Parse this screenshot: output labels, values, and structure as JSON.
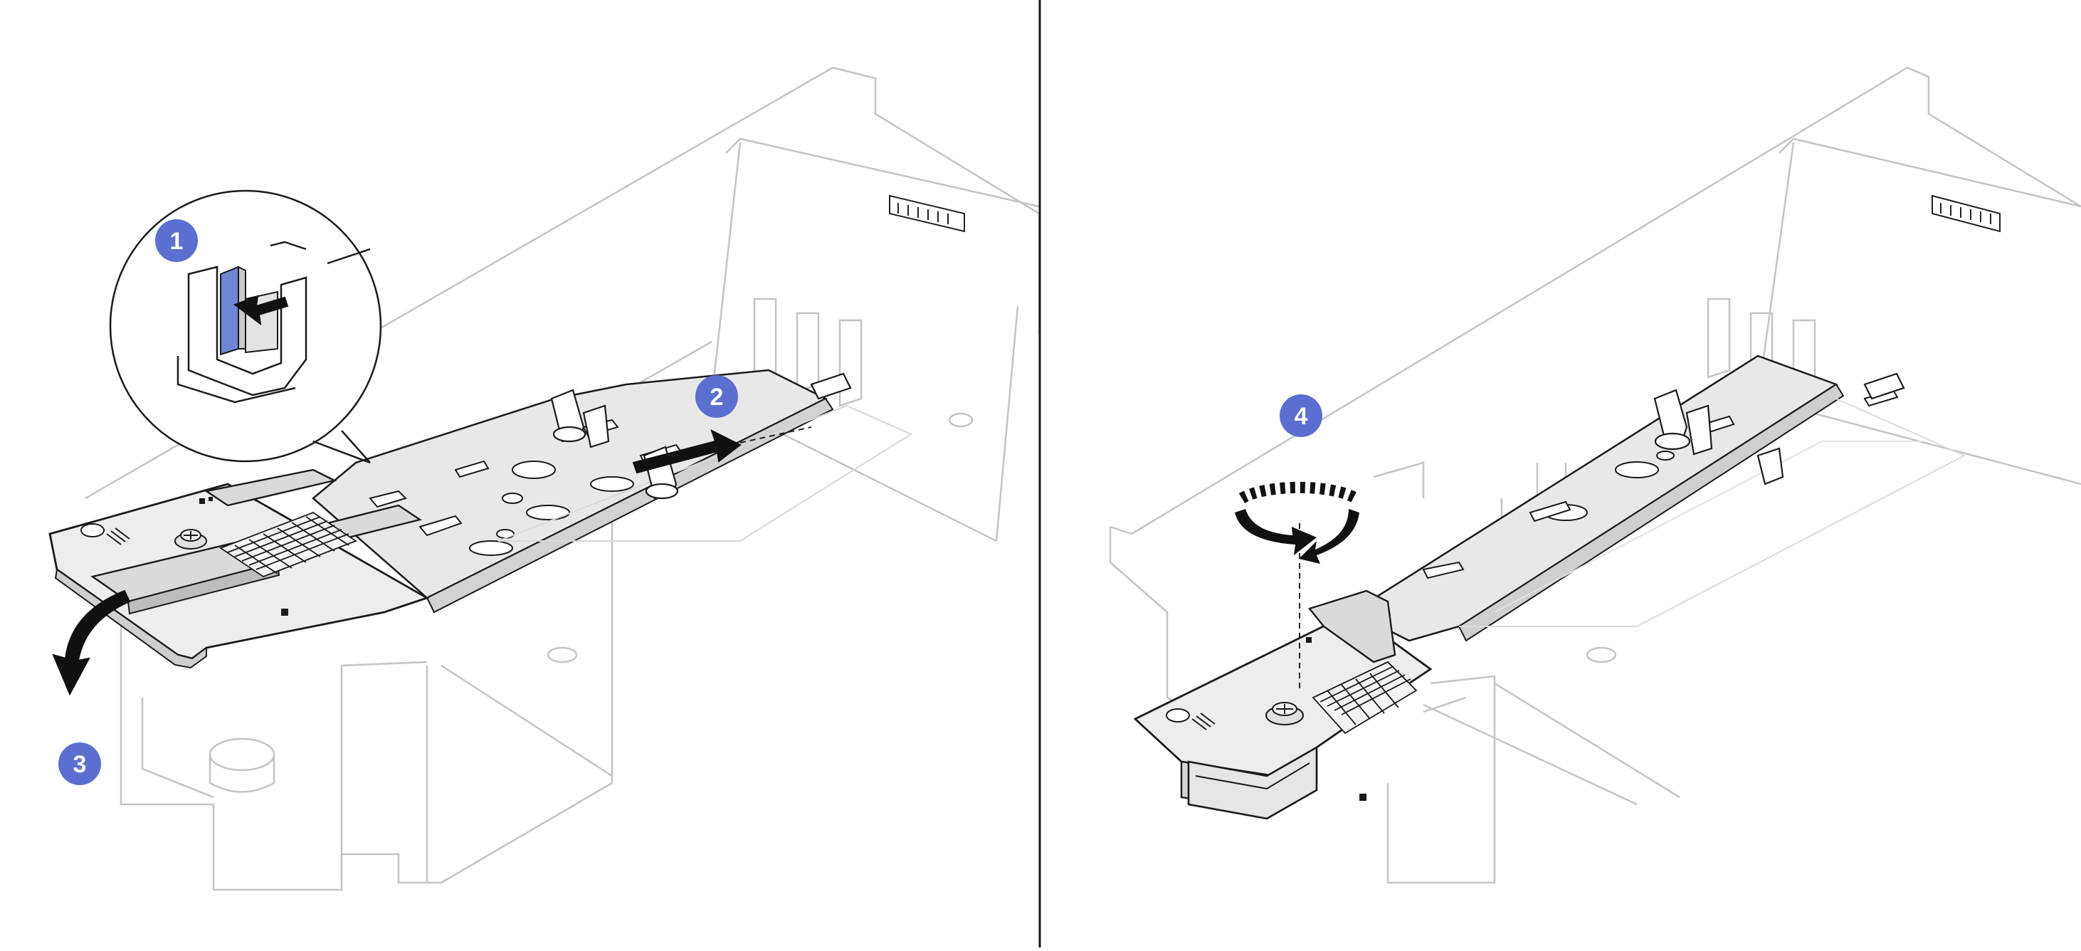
{
  "panels": [
    {
      "id": "left",
      "callouts": [
        {
          "label": "1"
        },
        {
          "label": "2"
        },
        {
          "label": "3"
        }
      ]
    },
    {
      "id": "right",
      "callouts": [
        {
          "label": "4"
        }
      ]
    }
  ],
  "colors": {
    "callout_fill": "#5b6fd0",
    "callout_text": "#ffffff",
    "line": "#1a1a1a",
    "faint_line": "#c9c9c9",
    "part_fill": "#e6e6e6",
    "latch_blue": "#6f86d6",
    "divider": "#1a1a1a"
  },
  "icons": [
    "push-arrow-icon",
    "slide-arrow-icon",
    "rotate-arrow-icon",
    "screw-turn-icon"
  ]
}
